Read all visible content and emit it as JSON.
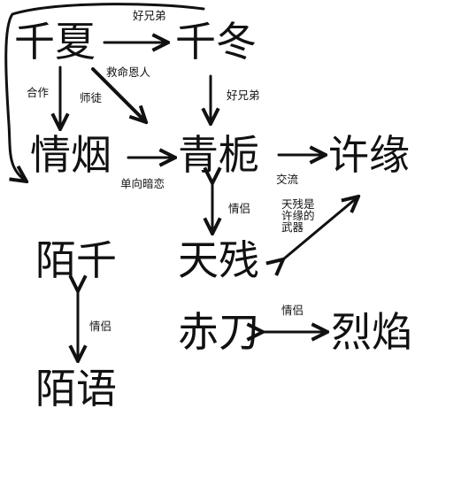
{
  "colors": {
    "ink": "#111111",
    "background": "#ffffff"
  },
  "nodes": {
    "qianxia": "千夏",
    "qiandong": "千冬",
    "qingyan": "情烟",
    "qingzhi": "青栀",
    "xuyuan": "许缘",
    "tiancan": "天残",
    "moqian": "陌千",
    "moyu": "陌语",
    "chidao": "赤刀",
    "lieyan": "烈焰"
  },
  "edges": {
    "loop_top": "好兄弟",
    "qianxia_qingzhi": "救命恩人",
    "qianxia_qingyan_a": "合作",
    "qianxia_qingyan_b": "师徒",
    "qiandong_qingzhi": "好兄弟",
    "qingyan_qingzhi": "单向暗恋",
    "qingzhi_xuyuan": "交流",
    "qingzhi_tiancan": "情侣",
    "tiancan_xuyuan": "天残是\n许缘的\n武器",
    "moqian_moyu": "情侣",
    "chidao_lieyan": "情侣"
  }
}
